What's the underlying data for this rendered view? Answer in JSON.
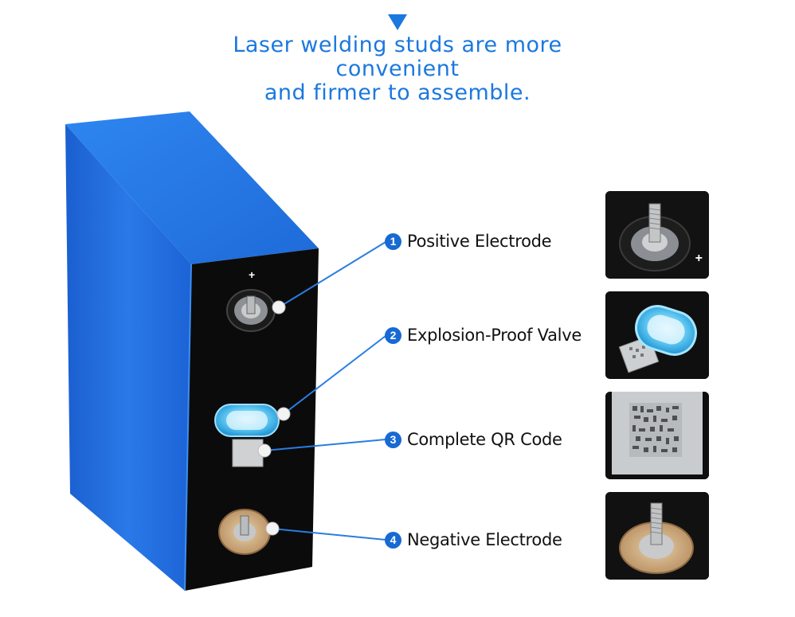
{
  "headline": {
    "line1": "Laser welding studs are more",
    "line2": "convenient",
    "line3": "and firmer to assemble."
  },
  "battery": {
    "positive_mark": "+",
    "accent_color": "#1b78de",
    "body_color": "#1f6ee0"
  },
  "callouts": [
    {
      "number": "1",
      "label": "Positive Electrode",
      "icon": "positive-electrode-photo"
    },
    {
      "number": "2",
      "label": "Explosion-Proof Valve",
      "icon": "explosion-proof-valve-photo"
    },
    {
      "number": "3",
      "label": "Complete QR Code",
      "icon": "qr-code-photo"
    },
    {
      "number": "4",
      "label": "Negative Electrode",
      "icon": "negative-electrode-photo"
    }
  ],
  "thumbnails": {
    "positive_mark": "+"
  }
}
